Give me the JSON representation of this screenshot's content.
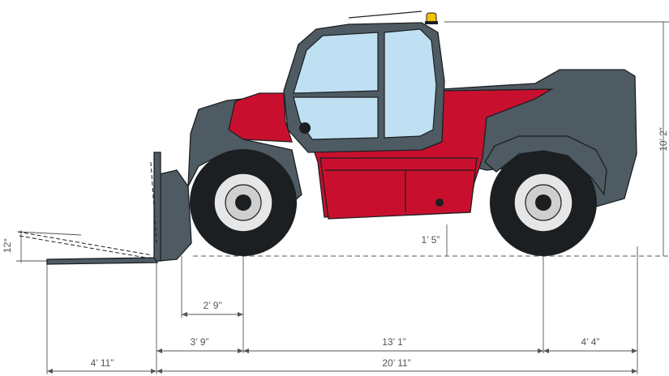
{
  "colors": {
    "chassis_red": "#c8102e",
    "body_grey": "#4f5b63",
    "glass": "#bfe0f2",
    "beacon": "#f2c200",
    "outline": "#1b1f22",
    "dimension": "#555555"
  },
  "dimensions": {
    "cab_height": "10’ 2”",
    "fork_tilt": "12°",
    "ground_clearance": "1’ 5”",
    "fork_to_front_wheel": "2’ 9”",
    "front_overhang": "3’ 9”",
    "wheelbase": "13’ 1”",
    "rear_overhang": "4’ 4”",
    "fork_length": "4’ 11”",
    "overall_length": "20’ 11”"
  }
}
